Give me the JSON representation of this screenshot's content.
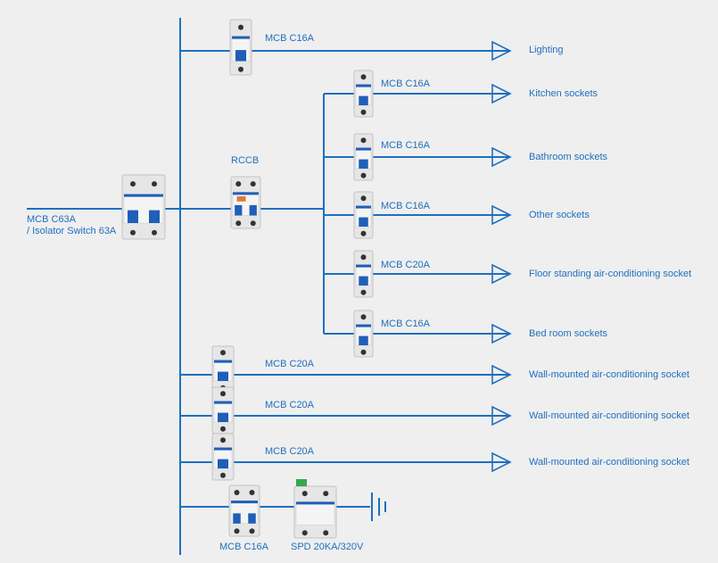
{
  "colors": {
    "line": "#1e6fc0",
    "text": "#1f6fbf",
    "background": "#efefef",
    "device": "#dcdcdc",
    "toggle": "#1f5fb8"
  },
  "main_breaker": {
    "label_line1": "MCB C63A",
    "label_line2": "/ Isolator Switch 63A"
  },
  "rccb": {
    "label": "RCCB"
  },
  "lighting": {
    "breaker": "MCB C16A",
    "load": "Lighting"
  },
  "rccb_branches": [
    {
      "breaker": "MCB C16A",
      "load": "Kitchen sockets"
    },
    {
      "breaker": "MCB C16A",
      "load": "Bathroom sockets"
    },
    {
      "breaker": "MCB C16A",
      "load": "Other sockets"
    },
    {
      "breaker": "MCB C20A",
      "load": "Floor standing air-conditioning socket"
    },
    {
      "breaker": "MCB C16A",
      "load": "Bed  room sockets"
    }
  ],
  "ac_branches": [
    {
      "breaker": "MCB C20A",
      "load": "Wall-mounted air-conditioning socket"
    },
    {
      "breaker": "MCB C20A",
      "load": "Wall-mounted air-conditioning socket"
    },
    {
      "breaker": "MCB C20A",
      "load": "Wall-mounted air-conditioning socket"
    }
  ],
  "surge": {
    "breaker": "MCB C16A",
    "spd": "SPD 20KA/320V",
    "ground_icon": "ground-icon"
  }
}
